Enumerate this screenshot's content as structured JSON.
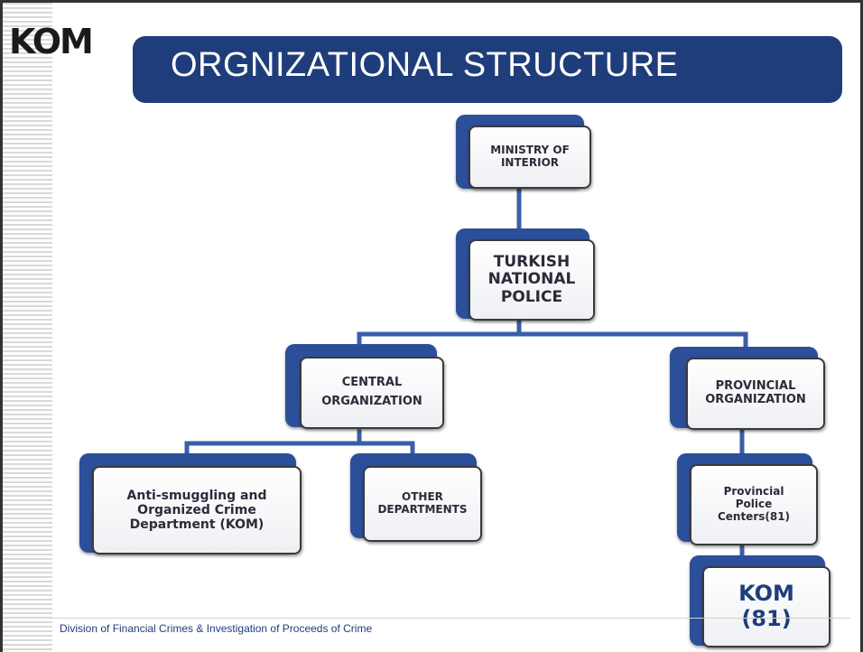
{
  "header": {
    "logo_text": "KOM",
    "title": "ORGNIZATIONAL STRUCTURE"
  },
  "footer": {
    "text": "Division of Financial Crimes & Investigation of Proceeds of Crime"
  },
  "nodes": {
    "ministry": "MINISTRY OF\nINTERIOR",
    "tnp": "TURKISH\nNATIONAL\nPOLICE",
    "central": "CENTRAL\nORGANIZATION",
    "provincial": "PROVINCIAL\nORGANIZATION",
    "kom_dept": "Anti-smuggling and\nOrganized Crime\nDepartment (KOM)",
    "other": "OTHER\nDEPARTMENTS",
    "prov_centers": "Provincial\nPolice\nCenters(81)",
    "kom81": "KOM\n(81)"
  },
  "colors": {
    "title_bar": "#1f3d7a",
    "node_shadow": "#2c4f9a",
    "connector": "#3a5fa8"
  }
}
